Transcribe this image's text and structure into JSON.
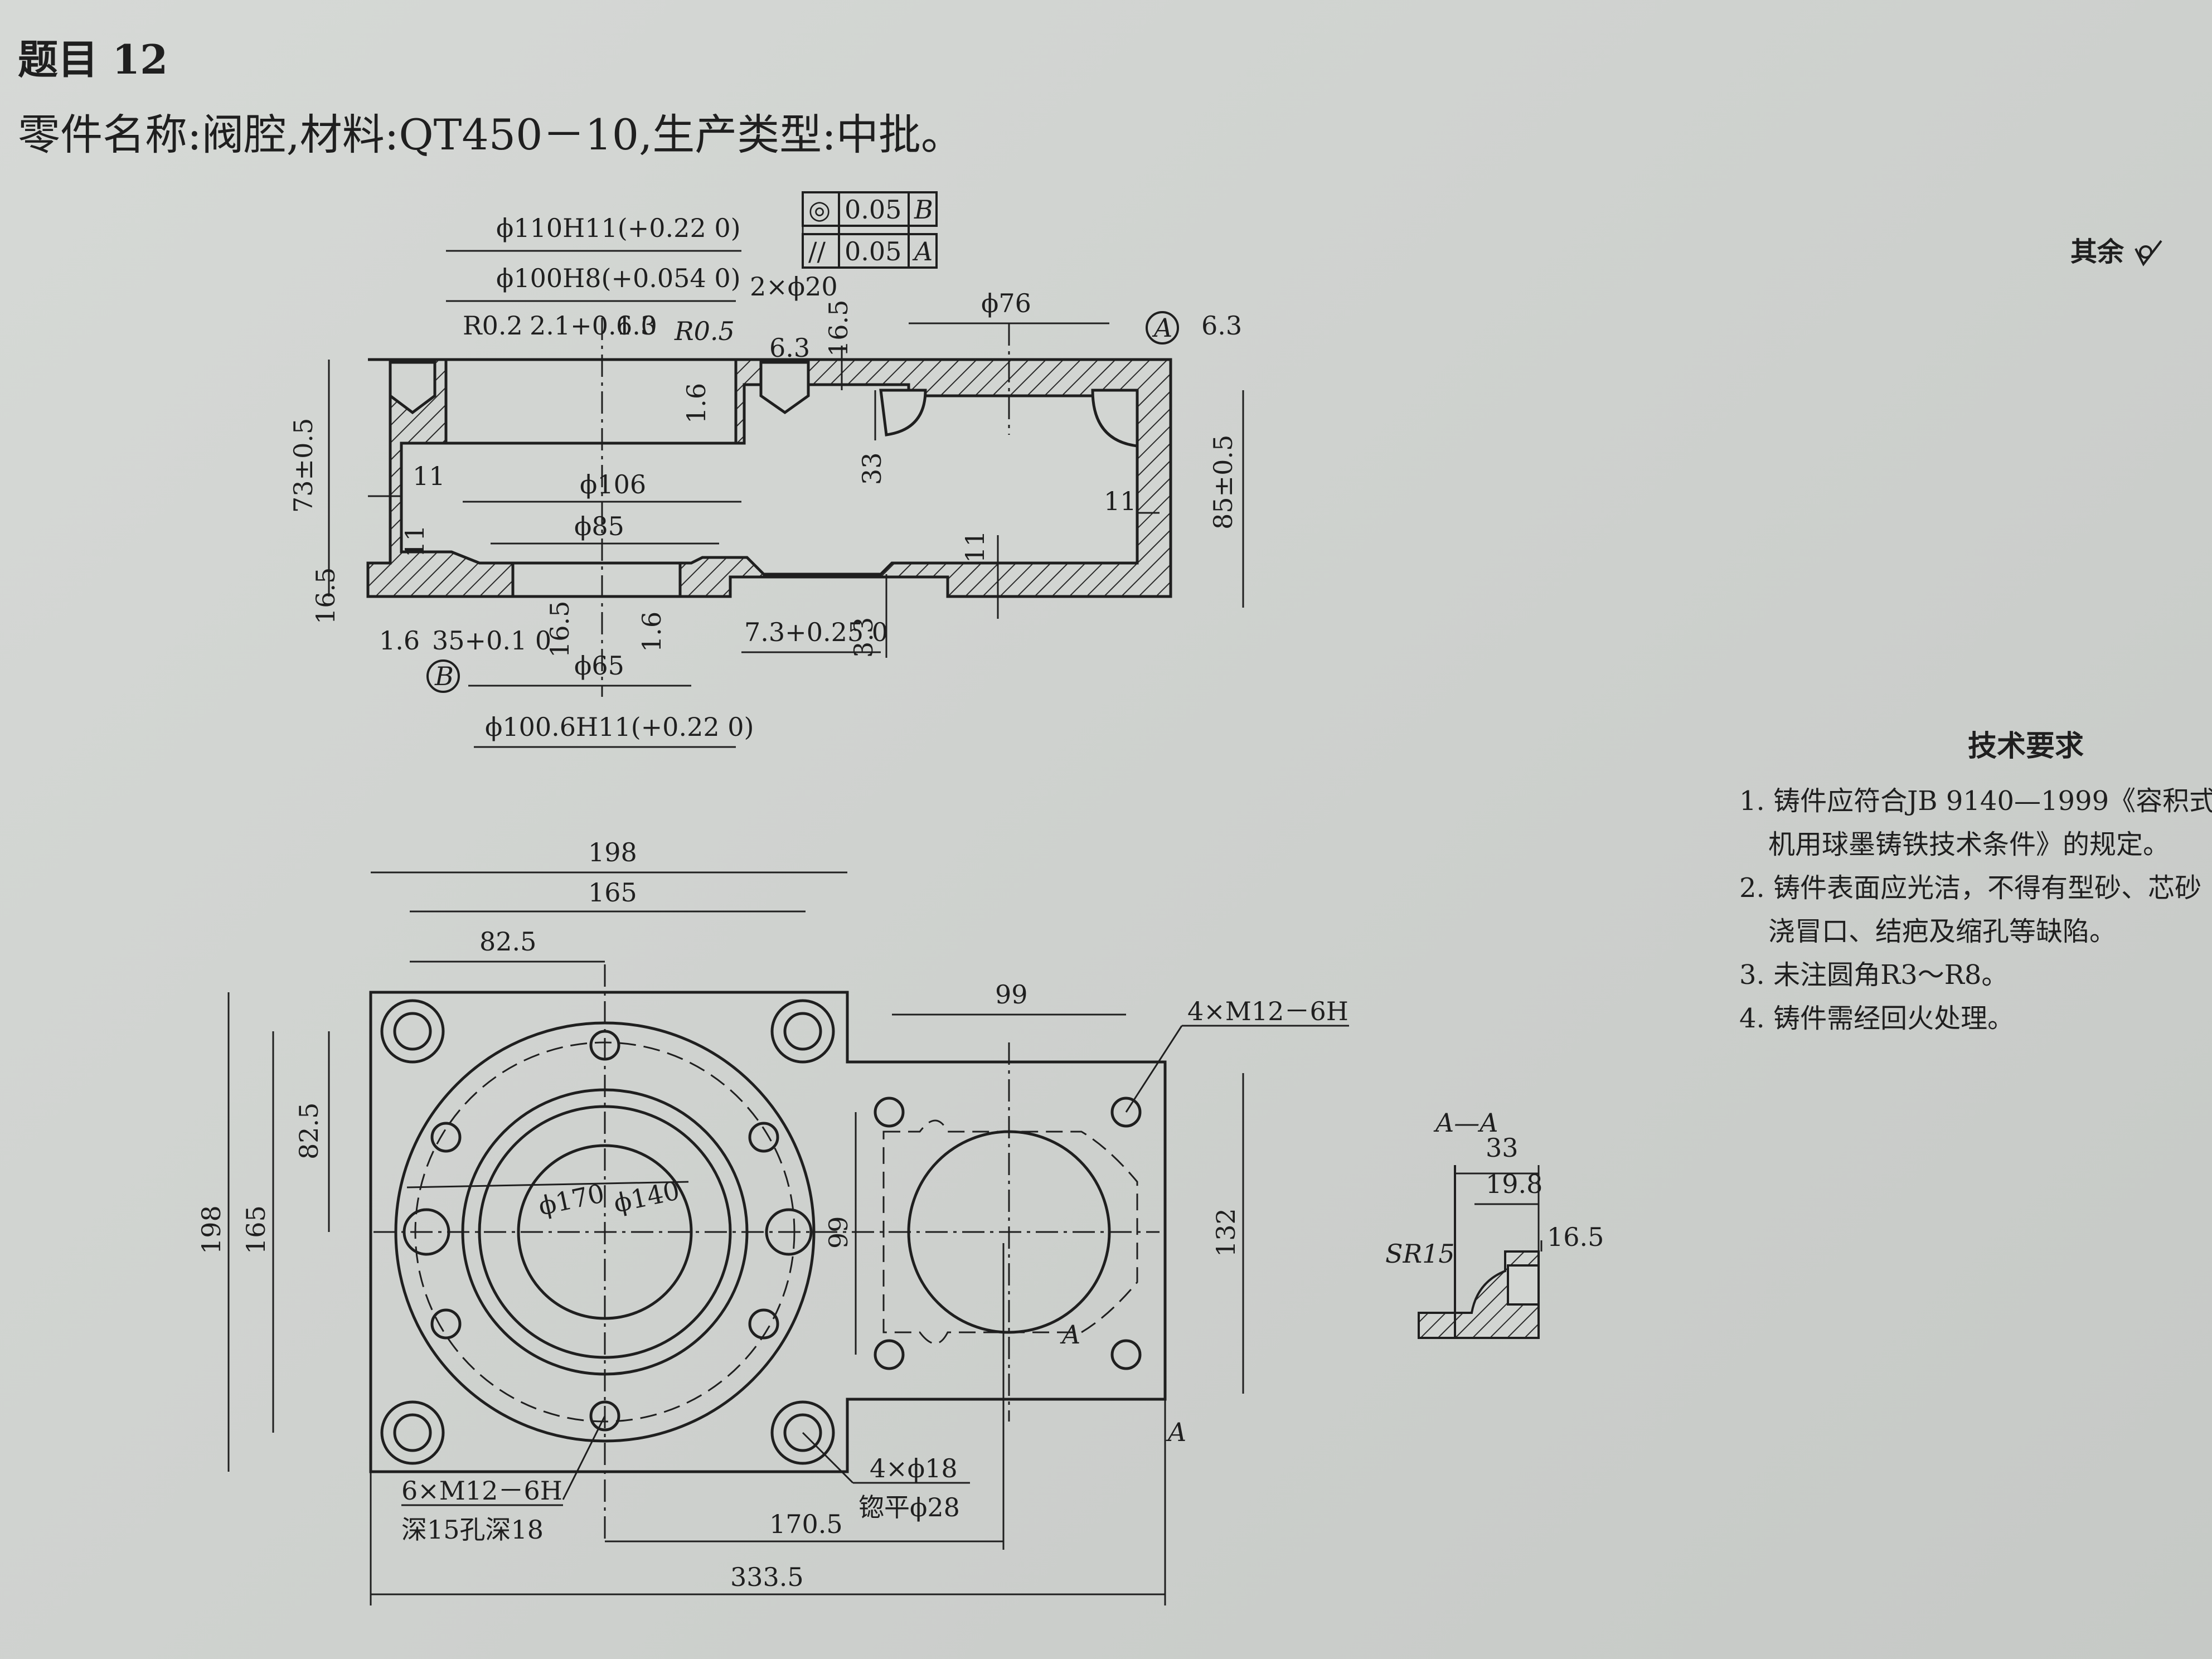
{
  "heading": "题目 12",
  "subtitle": "零件名称:阀腔,材料:QT450－10,生产类型:中批。",
  "roughness_note": "其余",
  "tech_requirements": {
    "title": "技术要求",
    "items": [
      {
        "num": "1.",
        "line1": "铸件应符合JB 9140—1999《容积式",
        "line2": "机用球墨铸铁技术条件》的规定。"
      },
      {
        "num": "2.",
        "line1": "铸件表面应光洁，不得有型砂、芯砂",
        "line2": "浇冒口、结疤及缩孔等缺陷。"
      },
      {
        "num": "3.",
        "line1": "未注圆角R3～R8。",
        "line2": ""
      },
      {
        "num": "4.",
        "line1": "铸件需经回火处理。",
        "line2": ""
      }
    ]
  },
  "section_view": {
    "dims": {
      "d110": "ϕ110H11(+0.22 0)",
      "d100h8": "ϕ100H8(+0.054 0)",
      "r02": "R0.2",
      "d21": "2.1+0.1 0",
      "r63a": "6.3",
      "r05": "R0.5",
      "two_d20": "2×ϕ20",
      "r63b": "6.3",
      "d165v": "16.5",
      "d76": "ϕ76",
      "datumA": "A",
      "r63c": "6.3",
      "r16a": "1.6",
      "d73": "73±0.5",
      "d11a": "11",
      "d106": "ϕ106",
      "d33": "33",
      "d85": "ϕ85",
      "d11b": "11",
      "d85h": "85±0.5",
      "d11c": "11",
      "d11d": "11",
      "d165b": "16.5",
      "r16b": "1.6",
      "d35": "35+0.1 0",
      "d165c": "16.5",
      "d65": "ϕ65",
      "r16c": "1.6",
      "d73b": "7.3+0.25 0",
      "d33b": "3.3",
      "datumB": "B",
      "d1006": "ϕ100.6H11(+0.22 0)",
      "fcf1": [
        "◎",
        "0.05",
        "B"
      ],
      "fcf2": [
        "//",
        "0.05",
        "A"
      ]
    }
  },
  "plan_view": {
    "dims": {
      "d198t": "198",
      "d165t": "165",
      "d825t": "82.5",
      "d99t": "99",
      "m12_4": "4×M12－6H",
      "d198l": "198",
      "d165l": "165",
      "d825l": "82.5",
      "d170": "ϕ170",
      "d140": "ϕ140",
      "d99v": "99",
      "d132": "132",
      "sectA1": "A",
      "sectA2": "A",
      "m12_6": "6×M12－6H",
      "deep": "深15孔深18",
      "d18": "4×ϕ18",
      "spot": "锪平ϕ28",
      "d1705": "170.5",
      "d3335": "333.5"
    }
  },
  "aa_view": {
    "title": "A—A",
    "d33": "33",
    "d198": "19.8",
    "d165": "16.5",
    "sr15": "SR15"
  }
}
